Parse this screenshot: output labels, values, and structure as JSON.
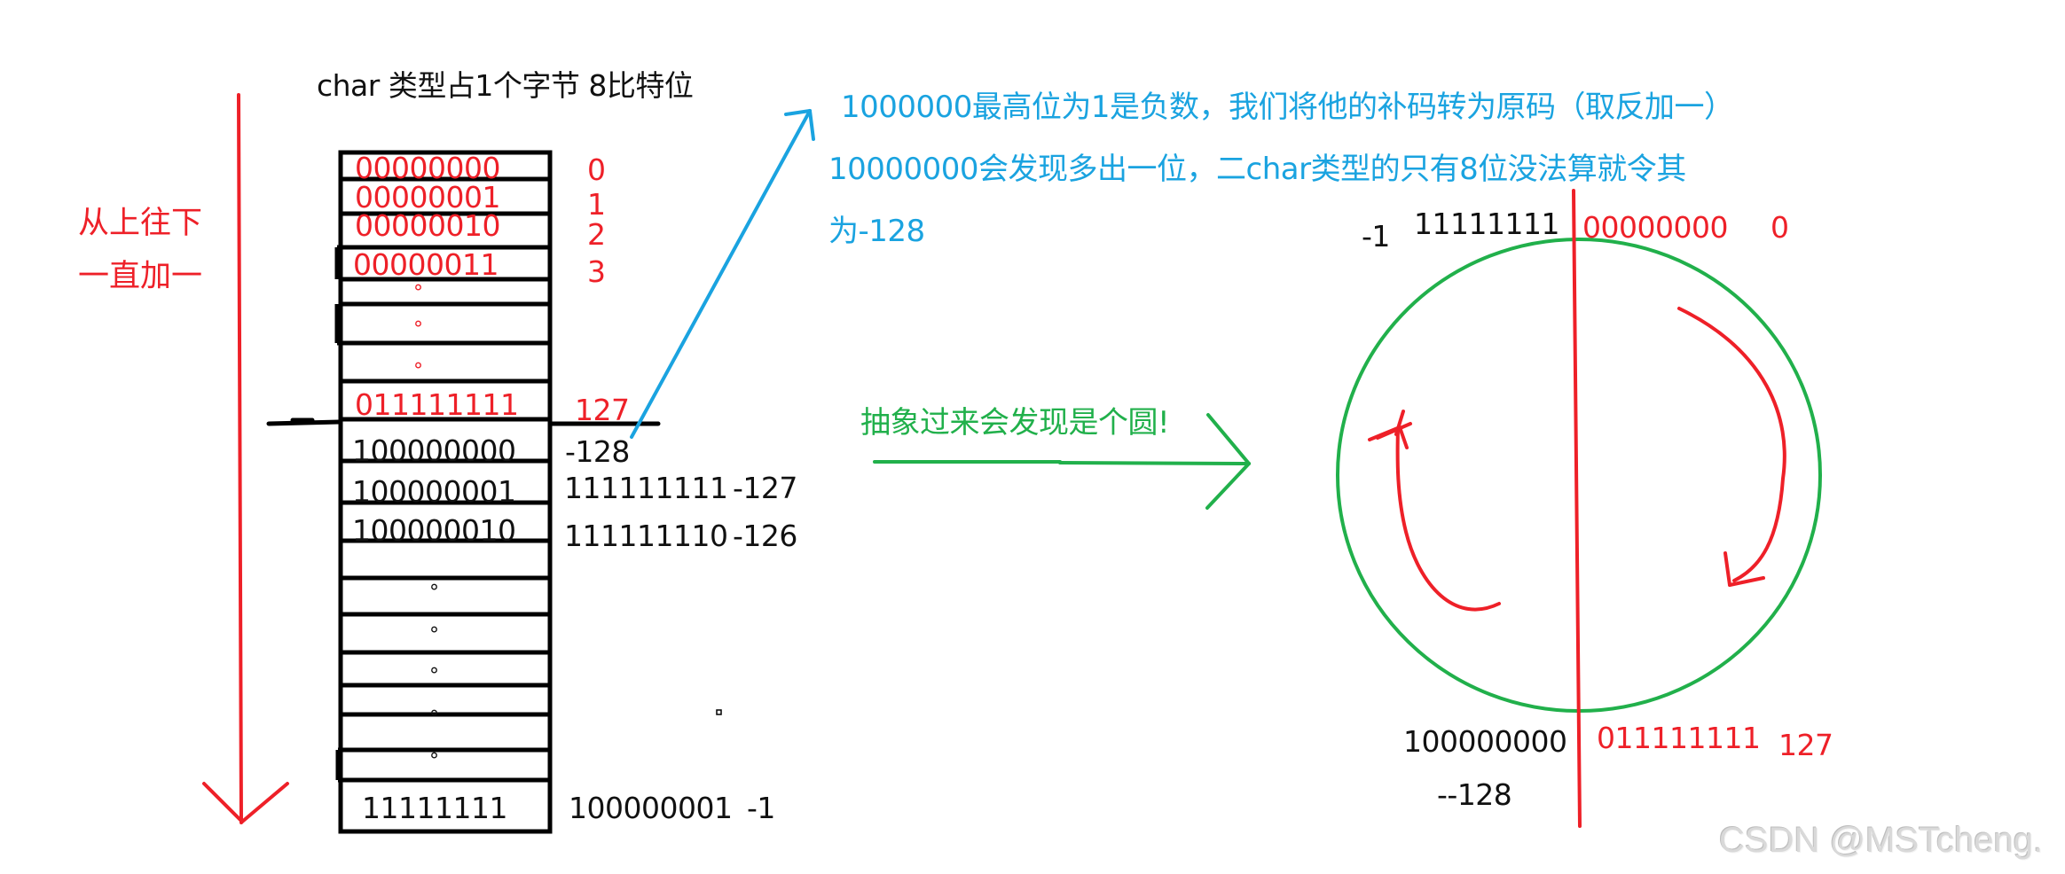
{
  "title": "char 类型占1个字节 8比特位",
  "side_label": {
    "line1": "从上往下",
    "line2": "一直加一"
  },
  "table": {
    "positive_rows": [
      {
        "binary": "00000000",
        "decimal": "0"
      },
      {
        "binary": "00000001",
        "decimal": "1"
      },
      {
        "binary": "00000010",
        "decimal": "2"
      },
      {
        "binary": "00000011",
        "decimal": "3"
      },
      {
        "binary": "°",
        "decimal": ""
      },
      {
        "binary": "°",
        "decimal": ""
      },
      {
        "binary": "°",
        "decimal": ""
      },
      {
        "binary": "011111111",
        "decimal": "127"
      }
    ],
    "negative_rows": [
      {
        "binary": "100000000",
        "complement": "",
        "decimal": "-128"
      },
      {
        "binary": "100000001",
        "complement": "111111111",
        "decimal": "-127"
      },
      {
        "binary": "100000010",
        "complement": "111111110",
        "decimal": "-126"
      },
      {
        "binary": "",
        "complement": "",
        "decimal": ""
      },
      {
        "binary": "°",
        "complement": "",
        "decimal": ""
      },
      {
        "binary": "°",
        "complement": "",
        "decimal": ""
      },
      {
        "binary": "°",
        "complement": "",
        "decimal": ""
      },
      {
        "binary": "",
        "complement": "",
        "decimal": ""
      },
      {
        "binary": "°",
        "complement": "",
        "decimal": ""
      },
      {
        "binary": "°",
        "complement": "",
        "decimal": ""
      },
      {
        "binary": "11111111",
        "complement": "100000001",
        "decimal": "-1"
      }
    ]
  },
  "explanation": {
    "line1": "1000000最高位为1是负数，我们将他的补码转为原码（取反加一）",
    "line2": "10000000会发现多出一位，二char类型的只有8位没法算就令其",
    "line3": "为-128"
  },
  "abstraction_label": "抽象过来会发现是个圆!",
  "circle": {
    "top_left_decimal": "-1",
    "top_left_binary": "11111111",
    "top_right_binary": "00000000",
    "top_right_decimal": "0",
    "bottom_left_binary": "100000000",
    "bottom_left_decimal": "--128",
    "bottom_right_binary": "011111111",
    "bottom_right_decimal": "127"
  },
  "colors": {
    "red": "#ee2028",
    "blue": "#1aa3e0",
    "green": "#21b04b",
    "black": "#111111"
  },
  "watermark": "CSDN @MSTcheng."
}
